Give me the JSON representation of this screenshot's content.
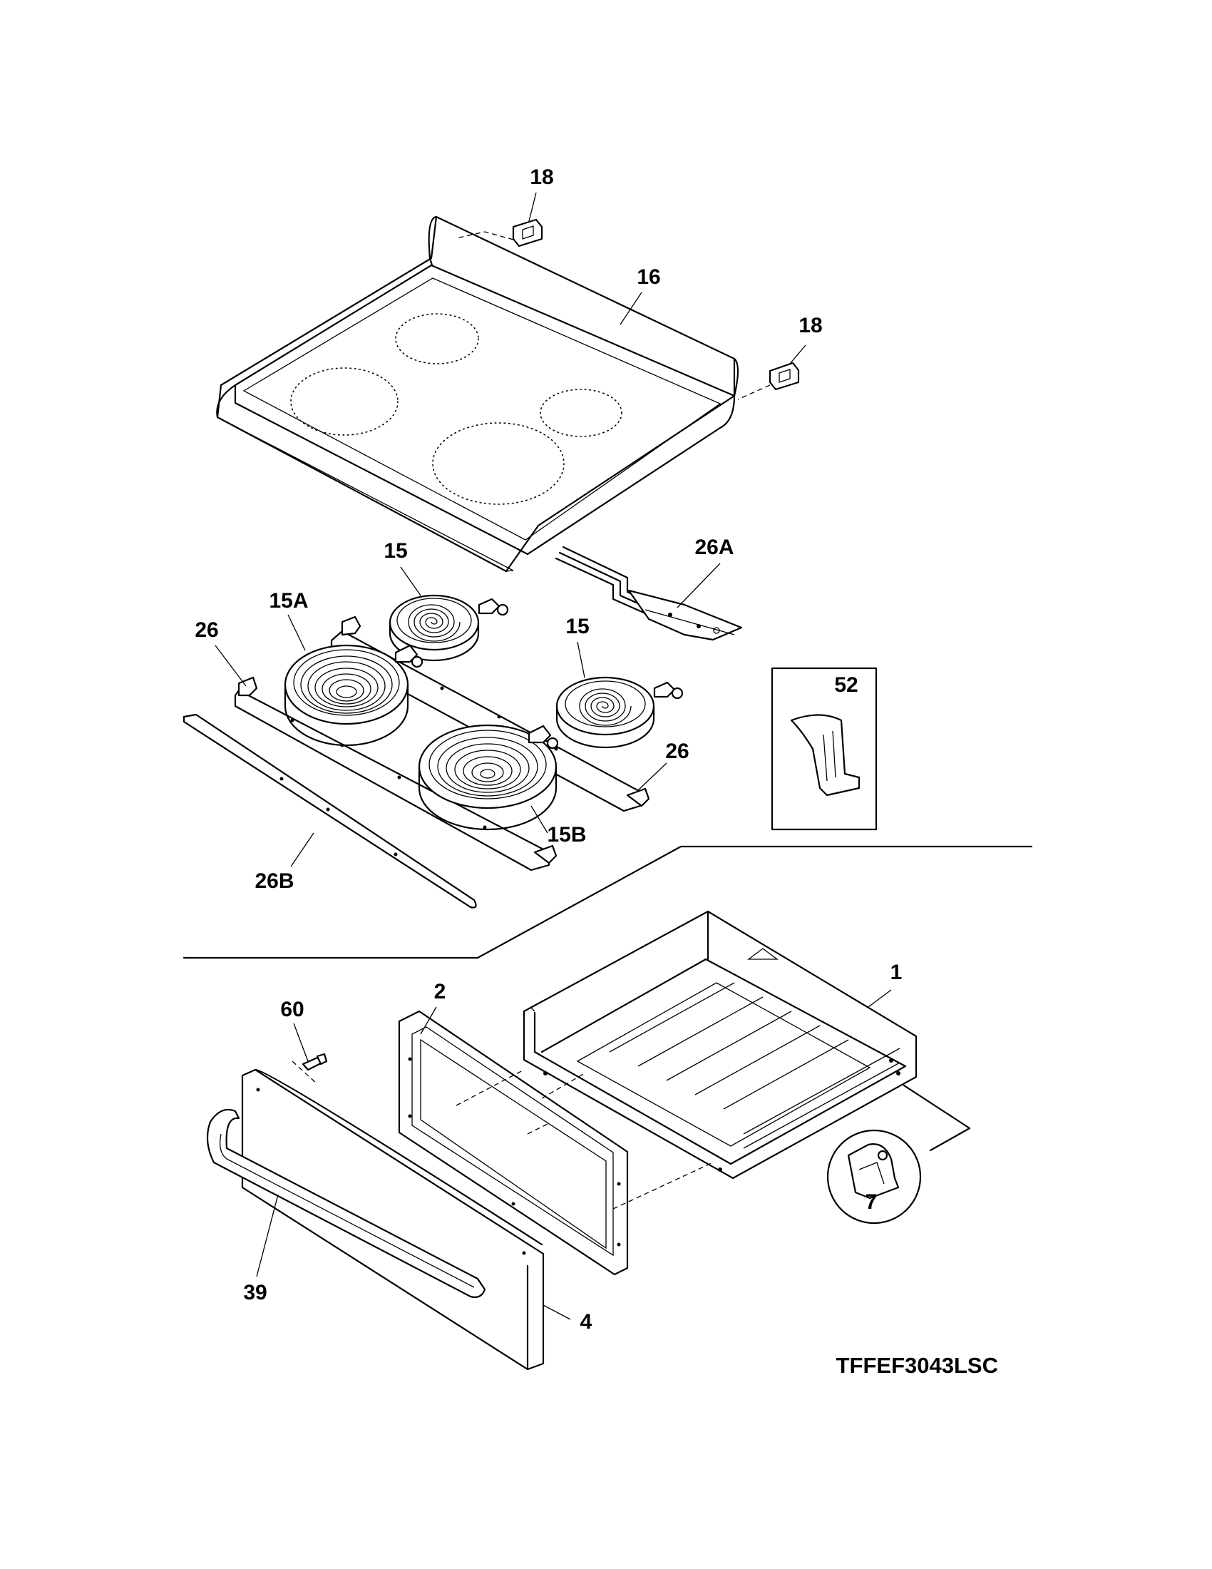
{
  "model_number": "TFFEF3043LSC",
  "callouts": {
    "c18a": "18",
    "c18b": "18",
    "c16": "16",
    "c26A": "26A",
    "c15a": "15",
    "c15A": "15A",
    "c15b": "15",
    "c26a": "26",
    "c26b": "26",
    "c52": "52",
    "c15B": "15B",
    "c26B": "26B",
    "c1": "1",
    "c2": "2",
    "c60": "60",
    "c7": "7",
    "c39": "39",
    "c4": "4"
  }
}
